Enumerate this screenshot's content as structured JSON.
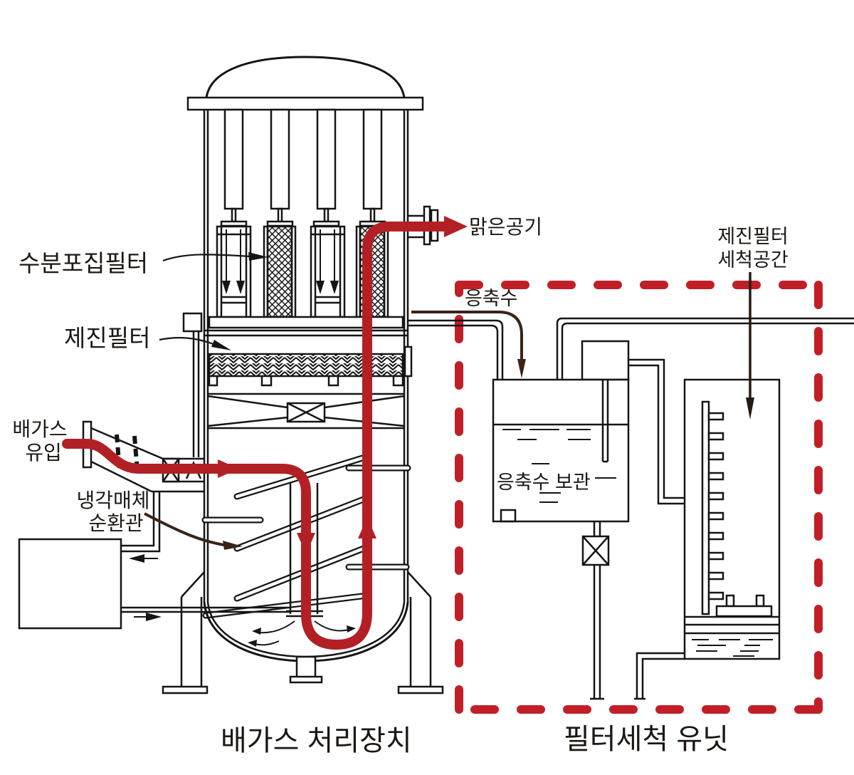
{
  "colors": {
    "line_black": "#151515",
    "flow_red": "#b22026",
    "boundary_red": "#c11f27",
    "leader_brown": "#3a2418"
  },
  "apparatus": {
    "labels": {
      "moisture_filter": "수분포집필터",
      "dust_filter": "제진필터",
      "clean_air": "맑은공기",
      "exhaust_gas_line1": "배가스",
      "exhaust_gas_line2": "유입",
      "coolant_line1": "냉각매체",
      "coolant_line2": "순환관",
      "caption": "배가스 처리장치"
    }
  },
  "cleaning_unit": {
    "labels": {
      "condensate": "응축수",
      "condensate_storage": "응축수 보관",
      "wash_space_line1": "제진필터",
      "wash_space_line2": "세척공간",
      "caption": "필터세척 유닛"
    }
  }
}
